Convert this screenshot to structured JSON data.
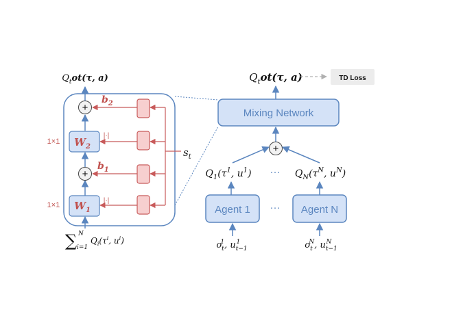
{
  "colors": {
    "blue_stroke": "#5b86bf",
    "blue_fill": "#d4e2f7",
    "red_stroke": "#c85a5a",
    "red_fill": "#f7cfcf",
    "red_text": "#c0504d",
    "gray": "#b0b0b0",
    "td_fill": "#ececec",
    "text": "#111111"
  },
  "left_panel": {
    "output_label": "Q_tot(τ, a)",
    "input_label": "Σ_{i=1}^{N} Q_i(τ^i, u^i)",
    "input_parts": {
      "sigma": "∑",
      "sub": "i=1",
      "sup": "N",
      "term": "Q",
      "term_sub": "i",
      "args": "(τ",
      "arg_sup": "i",
      "args2": ", u",
      "arg_sup2": "i",
      "close": ")"
    },
    "w2_label": "W",
    "w2_sub": "2",
    "w1_label": "W",
    "w1_sub": "1",
    "b2_label": "b",
    "b2_sub": "2",
    "b1_label": "b",
    "b1_sub": "1",
    "dim_label_top": "1×1",
    "dim_label_bottom": "1×1",
    "abs_label_top": "|·|",
    "abs_label_bottom": "|·|",
    "state_label": "s",
    "state_sub": "t",
    "plus": "+"
  },
  "right_panel": {
    "output_label": "Q_tot(τ, a)",
    "td_loss": "TD Loss",
    "mixing_network": "Mixing Network",
    "plus": "+",
    "q1_label": "Q_1(τ^1, u^1)",
    "qn_label": "Q_N(τ^N, u^N)",
    "ellipsis": "···",
    "agent_1": "Agent 1",
    "agent_n": "Agent N",
    "obs_1": "o_t^1, u_{t−1}^1",
    "obs_n": "o_t^N, u_{t−1}^N"
  }
}
